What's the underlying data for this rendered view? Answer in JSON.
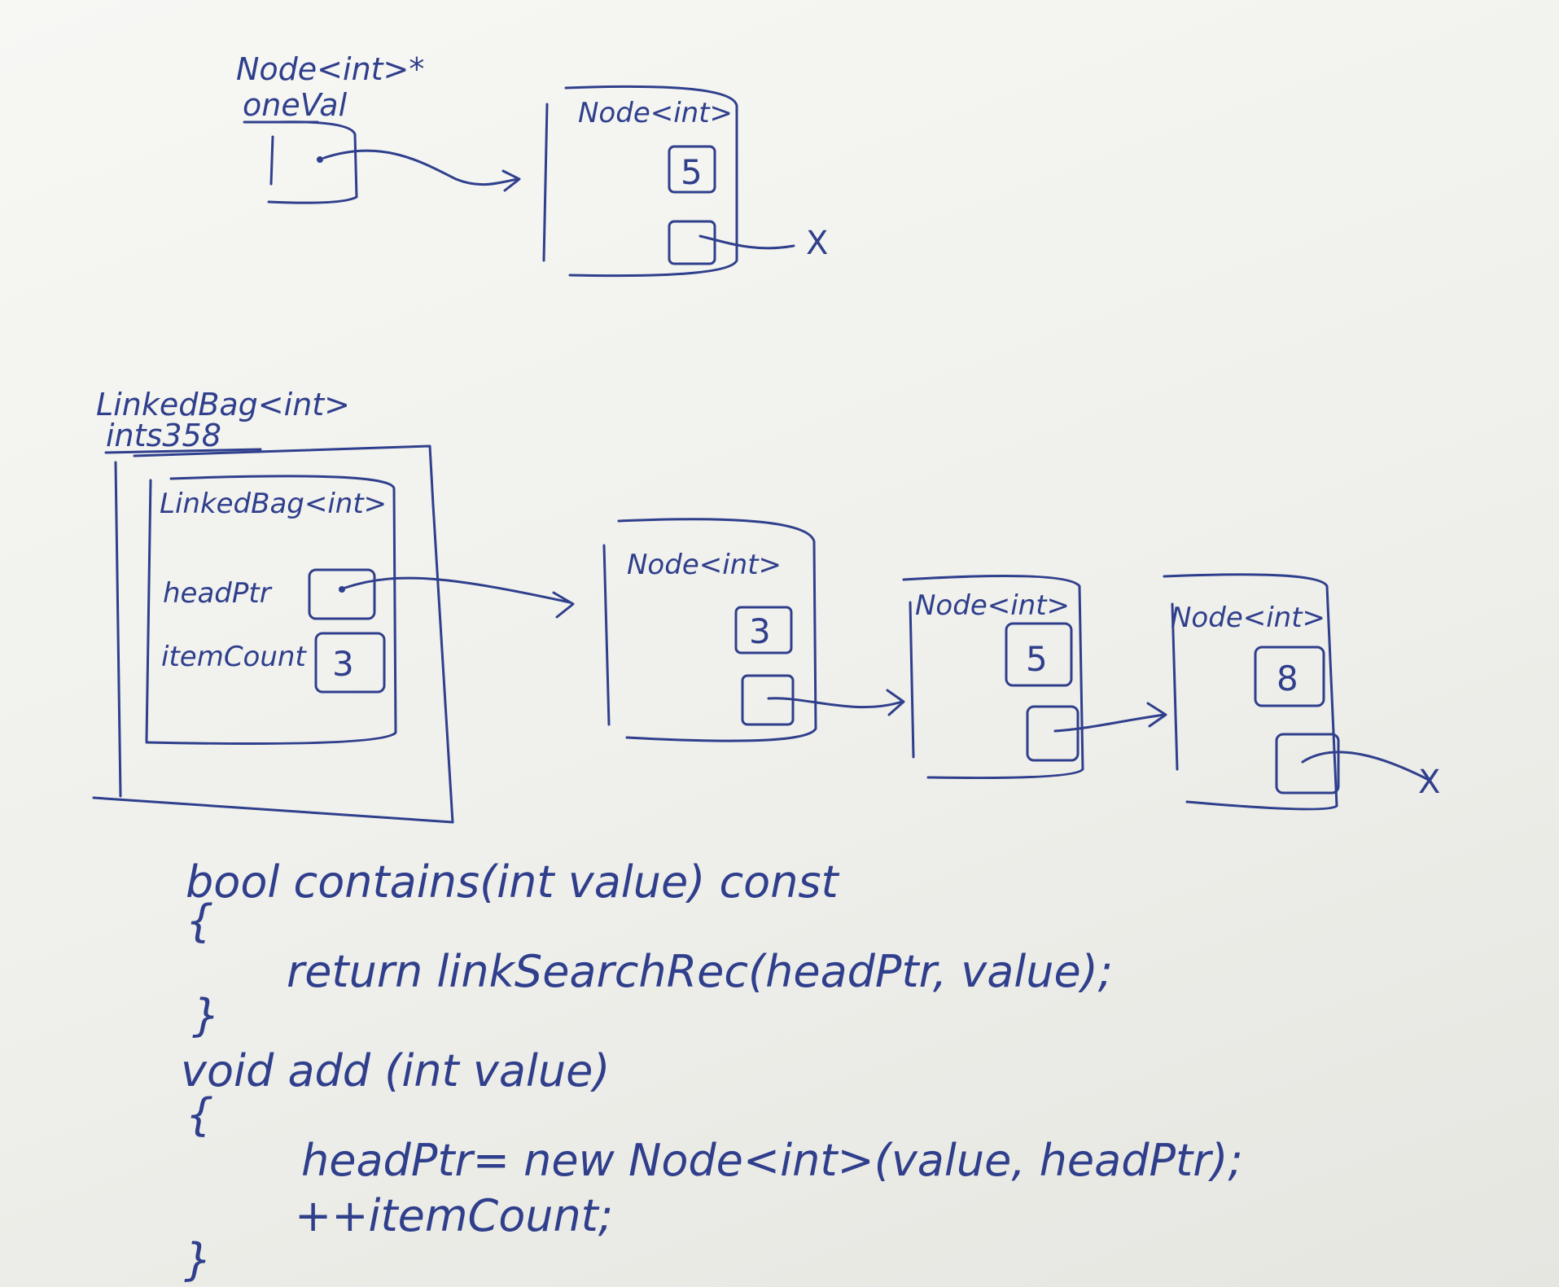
{
  "top": {
    "pointer_type": "Node<int>*",
    "pointer_name": "oneVal",
    "node_title": "Node<int>",
    "node_value": "5",
    "null_mark": "X"
  },
  "bag": {
    "type_label": "LinkedBag<int>",
    "var_name": "ints358",
    "inner_title": "LinkedBag<int>",
    "head_label": "headPtr",
    "count_label": "itemCount",
    "count_value": "3"
  },
  "chain": {
    "nodes": [
      {
        "title": "Node<int>",
        "value": "3"
      },
      {
        "title": "Node<int>",
        "value": "5"
      },
      {
        "title": "Node<int>",
        "value": "8"
      }
    ],
    "null_mark": "X"
  },
  "code": {
    "lines": [
      "bool contains(int value) const",
      "{",
      "return linkSearchRec(headPtr, value);",
      "}",
      "void add (int value)",
      "{",
      "headPtr= new Node<int>(value, headPtr);",
      "++itemCount;",
      "}"
    ]
  },
  "colors": {
    "ink": "#2f3f8c",
    "board": "#f2f2ee"
  }
}
